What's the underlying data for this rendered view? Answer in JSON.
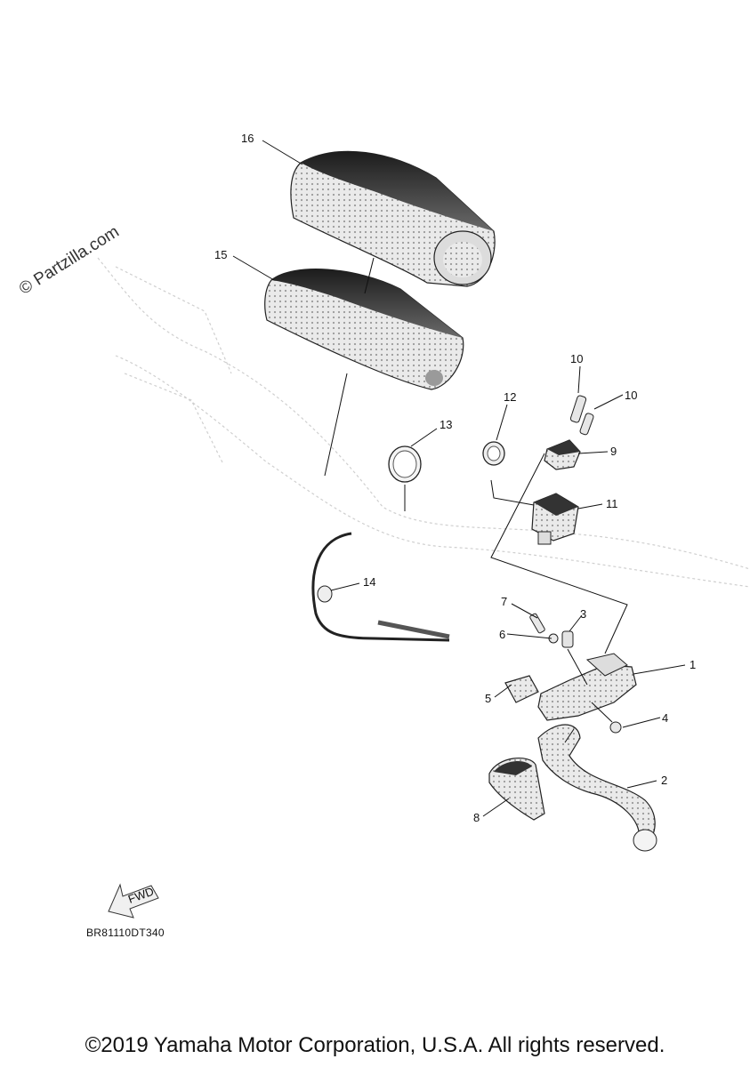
{
  "watermark": "© Partzilla.com",
  "diagram_code": "BR81110DT340",
  "copyright": "©2019 Yamaha Motor Corporation, U.S.A. All rights reserved.",
  "fwd_label": "FWD",
  "callouts": [
    "1",
    "2",
    "3",
    "4",
    "5",
    "6",
    "7",
    "8",
    "9",
    "10",
    "10",
    "11",
    "12",
    "13",
    "14",
    "15",
    "16"
  ]
}
